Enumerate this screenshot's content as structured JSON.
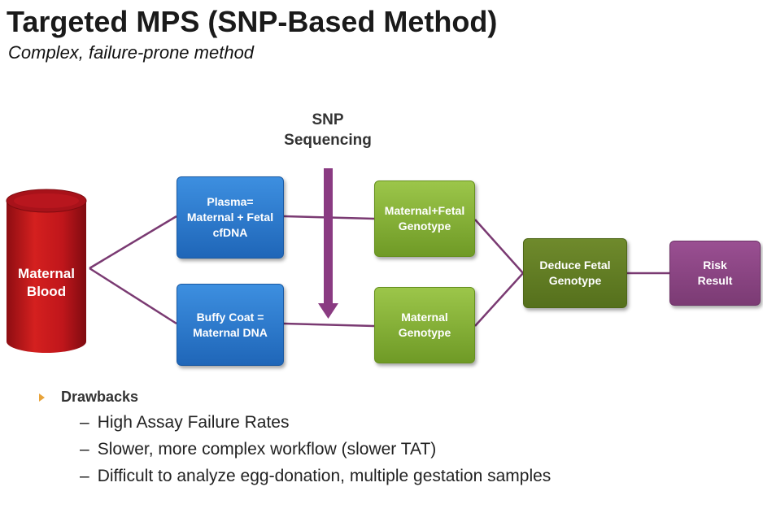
{
  "title": "Targeted MPS (SNP-Based Method)",
  "subtitle": "Complex, failure-prone method",
  "diagram": {
    "source": "Maternal\nBlood",
    "plasma": "Plasma=\nMaternal + Fetal\ncfDNA",
    "buffy": "Buffy Coat =\nMaternal DNA",
    "snp_label": "SNP\nSequencing",
    "mf_genotype": "Maternal+Fetal\nGenotype",
    "m_genotype": "Maternal\nGenotype",
    "deduce": "Deduce Fetal\nGenotype",
    "risk": "Risk\nResult",
    "colors": {
      "connector": "#7a3a72",
      "blood": "#c0161b",
      "blue": "#2672c8",
      "green": "#86b23a",
      "olive": "#627c24",
      "purple": "#8a4582",
      "bullet": "#e8a33a"
    }
  },
  "drawbacks": {
    "heading": "Drawbacks",
    "items": [
      "High Assay Failure Rates",
      "Slower, more complex workflow (slower TAT)",
      "Difficult to analyze egg-donation, multiple gestation samples"
    ]
  }
}
